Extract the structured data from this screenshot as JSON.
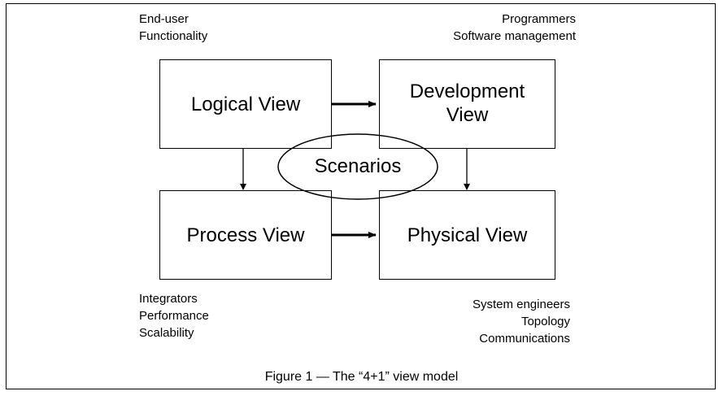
{
  "views": {
    "logical": [
      "Logical View"
    ],
    "development": [
      "Development",
      "View"
    ],
    "process": [
      "Process View"
    ],
    "physical": [
      "Physical View"
    ]
  },
  "scenarios": "Scenarios",
  "stakeholders": {
    "logical": [
      "End-user",
      "Functionality"
    ],
    "development": [
      "Programmers",
      "Software management"
    ],
    "process": [
      "Integrators",
      "Performance",
      "Scalability"
    ],
    "physical": [
      "System engineers",
      "Topology",
      "Communications"
    ]
  },
  "caption": "Figure 1 — The “4+1” view model"
}
